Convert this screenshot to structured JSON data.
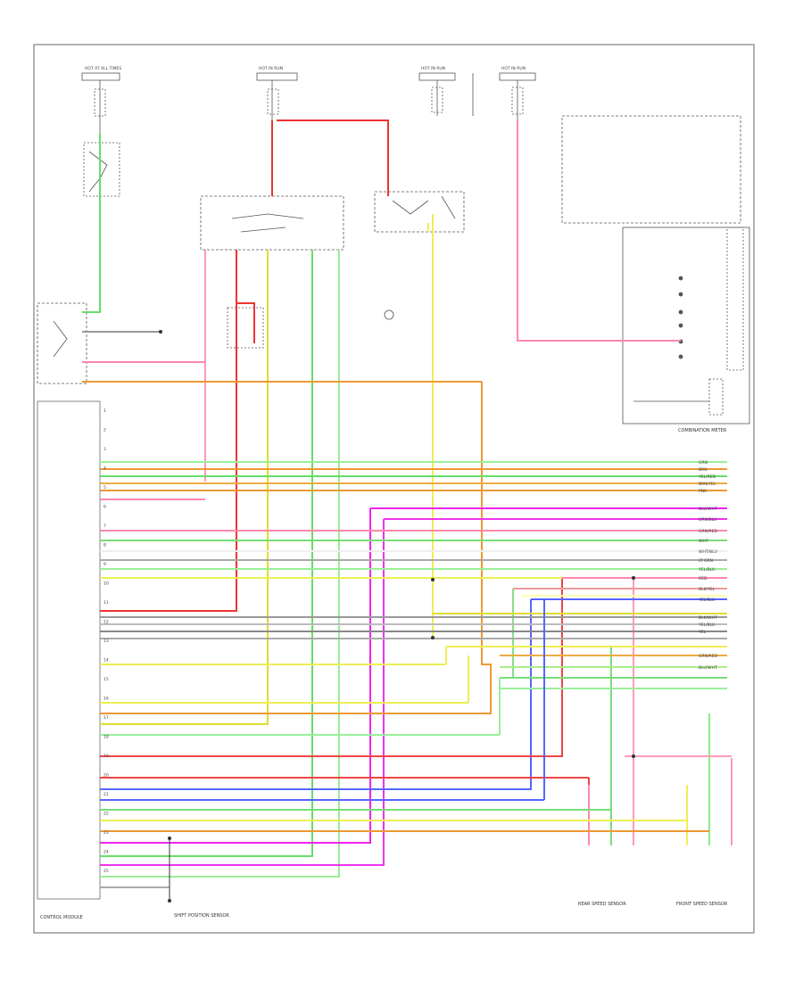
{
  "diagram": {
    "left_pins": [
      "1",
      "2",
      "3",
      "4",
      "5",
      "6",
      "7",
      "8",
      "9",
      "10",
      "11",
      "12",
      "13",
      "14",
      "15",
      "16",
      "17",
      "18",
      "19",
      "20",
      "21",
      "22",
      "23",
      "24",
      "25"
    ],
    "components": {
      "control_module": "CONTROL MODULE",
      "combination_meter": "COMBINATION METER",
      "rear_speed_sensor": "REAR SPEED SENSOR",
      "front_speed_sensor": "FRONT SPEED SENSOR",
      "shift_sensor": "SHIFT POSITION SENSOR",
      "fuse_a": "HOT AT ALL TIMES",
      "fuse_b": "HOT IN RUN",
      "fuse_c": "HOT IN RUN",
      "fuse_d": "HOT IN RUN"
    },
    "right_wire_labels": [
      "GRN",
      "BRN",
      "YEL/RED",
      "BRN/YEL",
      "PNK",
      "BLU/WHT",
      "ORN/BLU",
      "GRN/RED",
      "WHT",
      "WHT/BLU",
      "LT GRN",
      "YEL/BLU",
      "RED",
      "BLK/YEL",
      "YEL/BLU",
      "BLK/WHT",
      "YEL/BLU",
      "YEL",
      "GRN/RED",
      "BLU/WHT"
    ],
    "wire_colors": {
      "green": "#55cc55",
      "red": "#ee3333",
      "pink": "#ff88aa",
      "orange": "#ee9933",
      "yellow": "#eeee44",
      "magenta": "#ee22ee",
      "blue": "#4455ff",
      "gray": "#999999",
      "black": "#333333",
      "light_green": "#99ee99",
      "brown": "#bb8833"
    }
  }
}
